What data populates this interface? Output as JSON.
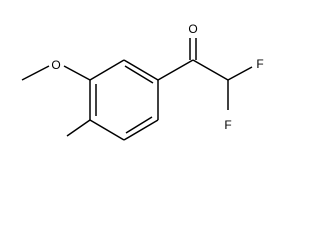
{
  "molecule": {
    "atoms": {
      "oxygen_carbonyl": "O",
      "oxygen_methoxy": "O",
      "fluorine_top": "F",
      "fluorine_bottom": "F"
    }
  }
}
